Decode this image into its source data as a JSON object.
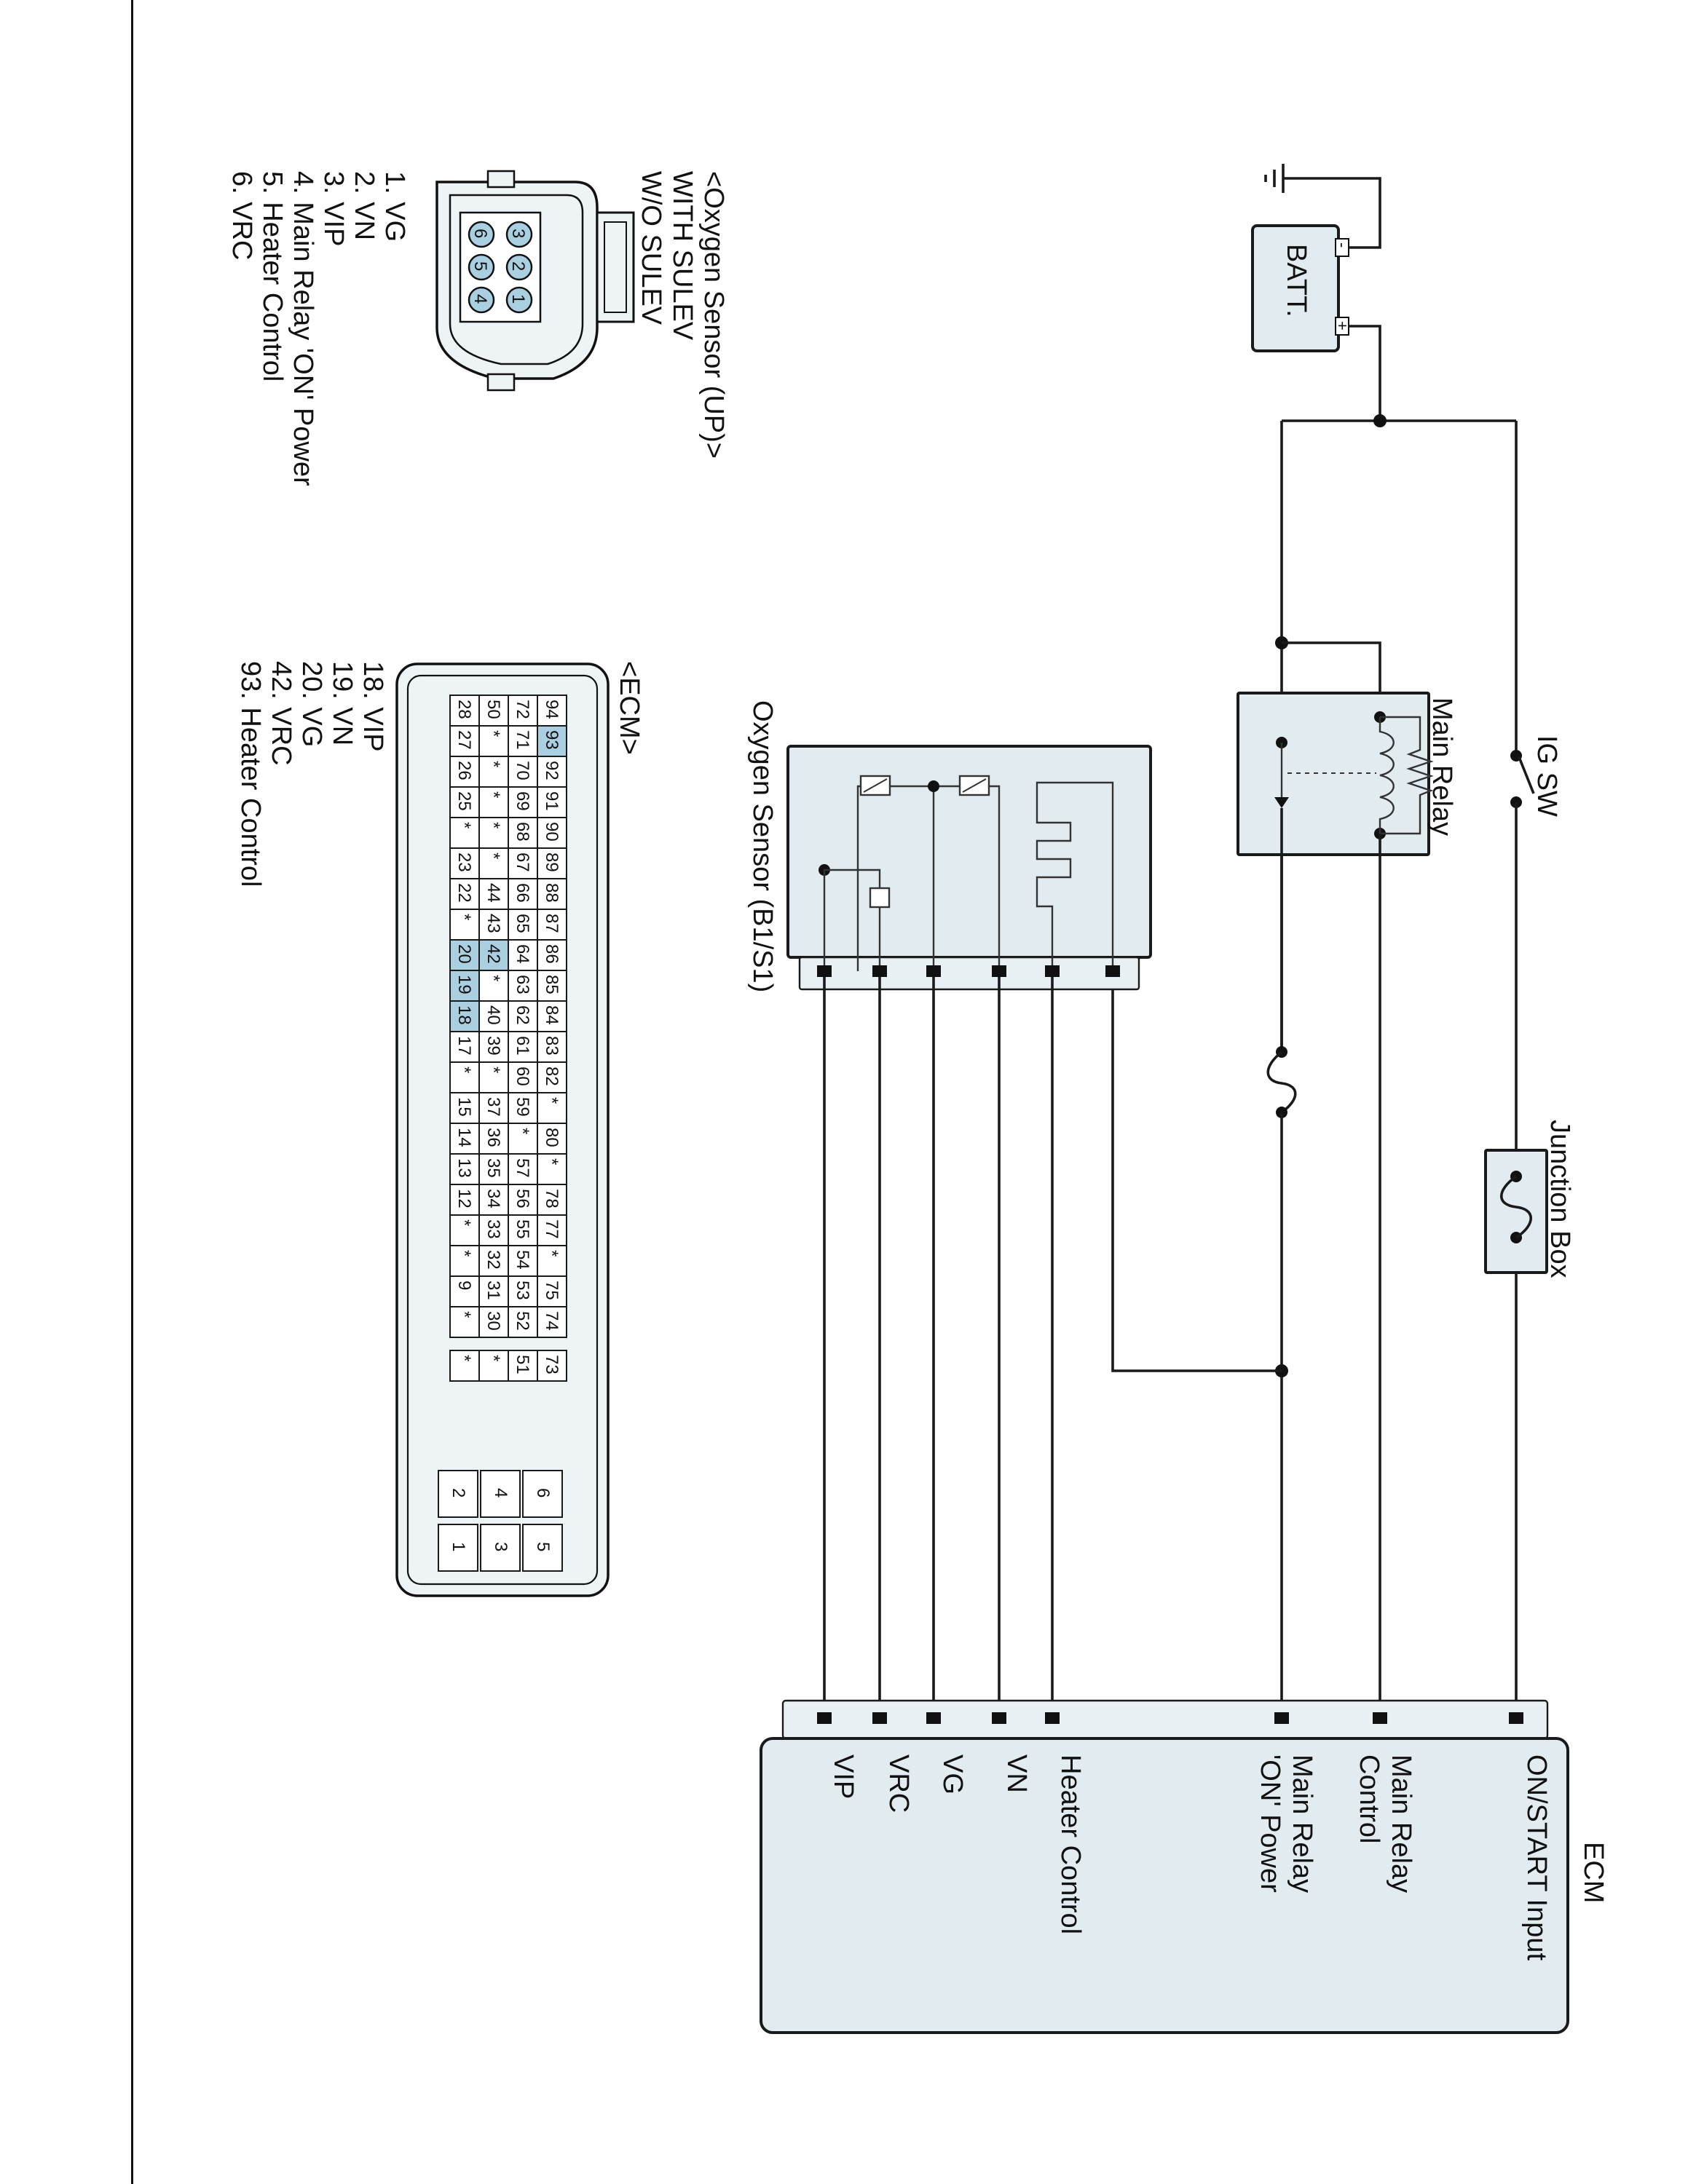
{
  "labels": {
    "batt": "BATT.",
    "batt_minus": "-",
    "batt_plus": "+",
    "ig_sw": "IG SW",
    "main_relay": "Main Relay",
    "junction_box": "Junction Box",
    "oxygen_sensor": "Oxygen Sensor (B1/S1)",
    "ecm": "ECM",
    "ecm_pins": [
      "ON/START Input",
      "Main Relay",
      "Control",
      "Main Relay",
      "'ON' Power",
      "Heater Control",
      "VN",
      "VG",
      "VRC",
      "VIP"
    ]
  },
  "sensor_connector": {
    "title": "<Oxygen Sensor (UP)>",
    "sub1": "WITH SULEV",
    "sub2": "W/O SULEV",
    "pins_top": [
      "3",
      "2",
      "1"
    ],
    "pins_bottom": [
      "6",
      "5",
      "4"
    ],
    "legend": [
      "1. VG",
      "2. VN",
      "3. VIP",
      "4. Main Relay 'ON' Power",
      "5. Heater Control",
      "6. VRC"
    ]
  },
  "ecm_connector": {
    "title": "<ECM>",
    "rows": [
      [
        "94",
        "93",
        "92",
        "91",
        "90",
        "89",
        "88",
        "87",
        "86",
        "85",
        "84",
        "83",
        "82",
        "*",
        "80",
        "*",
        "78",
        "77",
        "*",
        "75",
        "74"
      ],
      [
        "72",
        "71",
        "70",
        "69",
        "68",
        "67",
        "66",
        "65",
        "64",
        "63",
        "62",
        "61",
        "60",
        "59",
        "*",
        "57",
        "56",
        "55",
        "54",
        "53",
        "52"
      ],
      [
        "50",
        "*",
        "*",
        "*",
        "*",
        "*",
        "44",
        "43",
        "42",
        "*",
        "40",
        "39",
        "*",
        "37",
        "36",
        "35",
        "34",
        "33",
        "32",
        "31",
        "30"
      ],
      [
        "28",
        "27",
        "26",
        "25",
        "*",
        "23",
        "22",
        "*",
        "20",
        "19",
        "18",
        "17",
        "*",
        "15",
        "14",
        "13",
        "12",
        "*",
        "*",
        "9",
        "*"
      ]
    ],
    "extra_col": [
      "73",
      "51",
      "*",
      "*"
    ],
    "power_pins": [
      [
        "6",
        "5"
      ],
      [
        "4",
        "3"
      ],
      [
        "2",
        "1"
      ]
    ],
    "legend": [
      "18. VIP",
      "19. VN",
      "20. VG",
      "42. VRC",
      "93. Heater Control"
    ]
  }
}
